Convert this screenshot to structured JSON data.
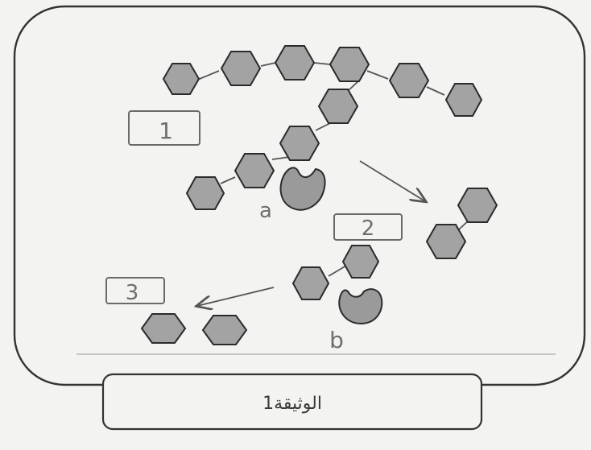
{
  "figure": {
    "caption": "الوثيقة1",
    "step_labels": {
      "one": "1",
      "two": "2",
      "three": "3"
    },
    "enzyme_labels": {
      "a": "a",
      "b": "b"
    }
  },
  "colors": {
    "hexagon_fill": "#a3a3a3",
    "enzyme_fill": "#9a9a9a",
    "outline": "#2b2b2b",
    "frame": "#333333",
    "paper": "#f3f3f1"
  },
  "icons": [
    "hexagon-monomer",
    "enzyme-blob",
    "arrow-right"
  ]
}
